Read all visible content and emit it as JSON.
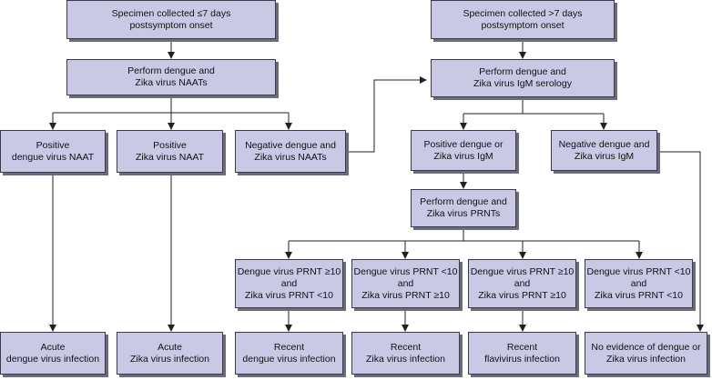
{
  "nodes": {
    "early": {
      "line1": "Specimen collected ≤7 days",
      "line2": "postsymptom onset"
    },
    "late": {
      "line1": "Specimen collected >7 days",
      "line2": "postsymptom onset"
    },
    "naat": {
      "line1": "Perform dengue and",
      "line2": "Zika virus NAATs"
    },
    "igm": {
      "line1": "Perform dengue and",
      "line2": "Zika virus IgM serology"
    },
    "pos_dengue_naat": {
      "line1": "Positive",
      "line2": "dengue virus NAAT"
    },
    "pos_zika_naat": {
      "line1": "Positive",
      "line2": "Zika virus NAAT"
    },
    "neg_naat": {
      "line1": "Negative dengue and",
      "line2": "Zika virus NAATs"
    },
    "pos_igm": {
      "line1": "Positive dengue or",
      "line2": "Zika virus IgM"
    },
    "neg_igm": {
      "line1": "Negative dengue and",
      "line2": "Zika virus IgM"
    },
    "prnt": {
      "line1": "Perform dengue and",
      "line2": "Zika virus PRNTs"
    },
    "prnt_a": {
      "line1": "Dengue virus PRNT ≥10",
      "line2": "and",
      "line3": "Zika virus PRNT <10"
    },
    "prnt_b": {
      "line1": "Dengue virus PRNT <10",
      "line2": "and",
      "line3": "Zika virus PRNT ≥10"
    },
    "prnt_c": {
      "line1": "Dengue virus PRNT ≥10",
      "line2": "and",
      "line3": "Zika virus PRNT ≥10"
    },
    "prnt_d": {
      "line1": "Dengue virus PRNT <10",
      "line2": "and",
      "line3": "Zika virus PRNT <10"
    },
    "acute_dengue": {
      "line1": "Acute",
      "line2": "dengue virus infection"
    },
    "acute_zika": {
      "line1": "Acute",
      "line2": "Zika virus infection"
    },
    "recent_dengue": {
      "line1": "Recent",
      "line2": "dengue virus infection"
    },
    "recent_zika": {
      "line1": "Recent",
      "line2": "Zika virus infection"
    },
    "recent_flavi": {
      "line1": "Recent",
      "line2": "flavivirus infection"
    },
    "no_evidence": {
      "line1": "No evidence of dengue or",
      "line2": "Zika virus infection"
    }
  },
  "colors": {
    "box_fill": "#c9c9e6",
    "box_border": "#3a3a4a",
    "line": "#222222"
  }
}
